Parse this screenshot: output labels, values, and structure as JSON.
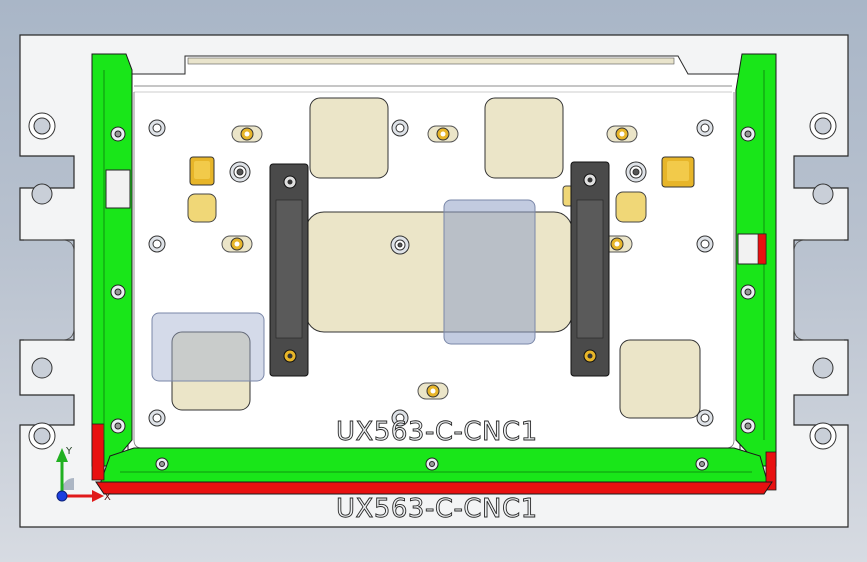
{
  "part": {
    "engraving_top": "UX563-C-CNC1",
    "engraving_bottom": "UX563-C-CNC1"
  },
  "triad": {
    "y_label": "Y",
    "x_label": "X"
  },
  "colors": {
    "background_top": "#a9b6c7",
    "base_plate": "#f3f4f5",
    "frame_green": "#19e619",
    "frame_red": "#e81010",
    "pad_beige": "#ebe5c8",
    "block_dark": "#444444",
    "pin_gold": "#e7b529",
    "selection_blue": "#8fa0c6"
  }
}
